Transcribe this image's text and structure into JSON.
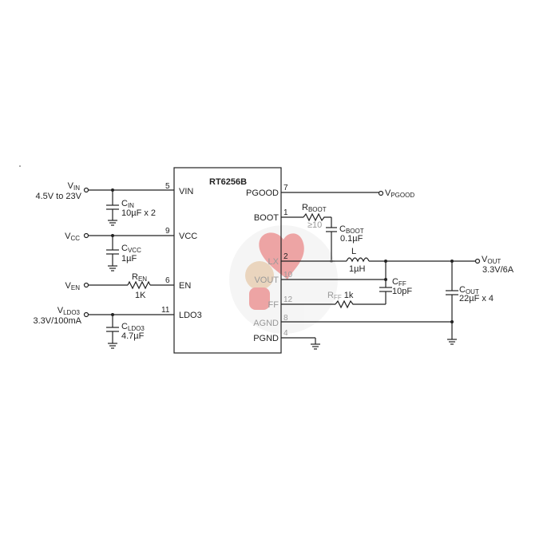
{
  "chip": {
    "name": "RT6256B",
    "left_pins": [
      {
        "num": "5",
        "name": "VIN"
      },
      {
        "num": "9",
        "name": "VCC"
      },
      {
        "num": "6",
        "name": "EN"
      },
      {
        "num": "11",
        "name": "LDO3"
      }
    ],
    "right_pins": [
      {
        "num": "7",
        "name": "PGOOD"
      },
      {
        "num": "1",
        "name": "BOOT"
      },
      {
        "num": "2",
        "name": "LX"
      },
      {
        "num": "10",
        "name": "VOUT"
      },
      {
        "num": "12",
        "name": "FF"
      },
      {
        "num": "8",
        "name": "AGND"
      },
      {
        "num": "4",
        "name": "PGND"
      }
    ]
  },
  "terminals": {
    "vin": {
      "main": "V",
      "sub": "IN",
      "value": "4.5V to 23V"
    },
    "vcc": {
      "main": "V",
      "sub": "CC"
    },
    "ven": {
      "main": "V",
      "sub": "EN"
    },
    "vldo3": {
      "main": "V",
      "sub": "LDO3",
      "value": "3.3V/100mA"
    },
    "vpgood": {
      "main": "V",
      "sub": "PGOOD"
    },
    "vout": {
      "main": "V",
      "sub": "OUT",
      "value": "3.3V/6A"
    }
  },
  "components": {
    "cin": {
      "main": "C",
      "sub": "IN",
      "value": "10µF x 2"
    },
    "cvcc": {
      "main": "C",
      "sub": "VCC",
      "value": "1µF"
    },
    "ren": {
      "main": "R",
      "sub": "EN",
      "value": "1K"
    },
    "cldo3": {
      "main": "C",
      "sub": "LDO3",
      "value": "4.7µF"
    },
    "rboot": {
      "main": "R",
      "sub": "BOOT",
      "value": "≥10"
    },
    "cboot": {
      "main": "C",
      "sub": "BOOT",
      "value": "0.1µF"
    },
    "l": {
      "main": "L",
      "value": "1µH"
    },
    "cff": {
      "main": "C",
      "sub": "FF",
      "value": "10pF"
    },
    "rff": {
      "main": "R",
      "sub": "FF",
      "value": "1k"
    },
    "cout": {
      "main": "C",
      "sub": "OUT",
      "value": "22µF x 4"
    }
  }
}
